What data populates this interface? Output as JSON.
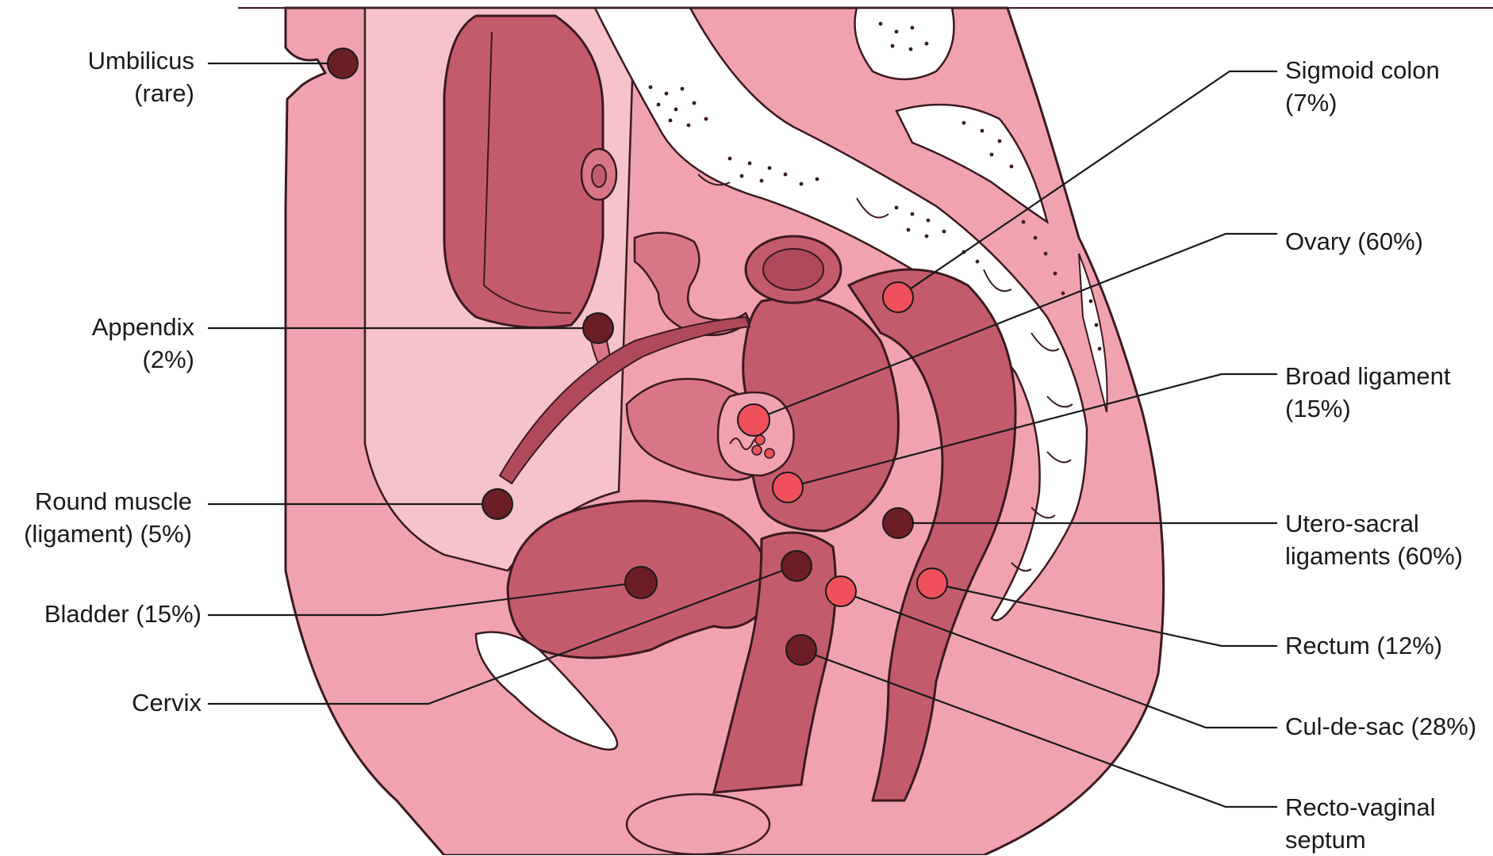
{
  "colors": {
    "background": "#ffffff",
    "body_pink": "#f0a3ae",
    "light_pink": "#f6c3ca",
    "organ_dark": "#c45b6b",
    "organ_mid": "#d97686",
    "outline": "#3a1a1f",
    "dot_dark": "#6b1f24",
    "dot_light": "#f0505c"
  },
  "labels": {
    "umbilicus": [
      "Umbilicus",
      "(rare)"
    ],
    "appendix": [
      "Appendix",
      "(2%)"
    ],
    "round_muscle": [
      "Round muscle",
      "(ligament) (5%)"
    ],
    "bladder": [
      "Bladder (15%)"
    ],
    "cervix": [
      "Cervix"
    ],
    "sigmoid_colon": [
      "Sigmoid colon",
      "(7%)"
    ],
    "ovary": [
      "Ovary (60%)"
    ],
    "broad_ligament": [
      "Broad ligament",
      "(15%)"
    ],
    "utero_sacral": [
      "Utero-sacral",
      "ligaments (60%)"
    ],
    "rectum": [
      "Rectum (12%)"
    ],
    "cul_de_sac": [
      "Cul-de-sac (28%)"
    ],
    "recto_vaginal": [
      "Recto-vaginal",
      "septum"
    ]
  }
}
